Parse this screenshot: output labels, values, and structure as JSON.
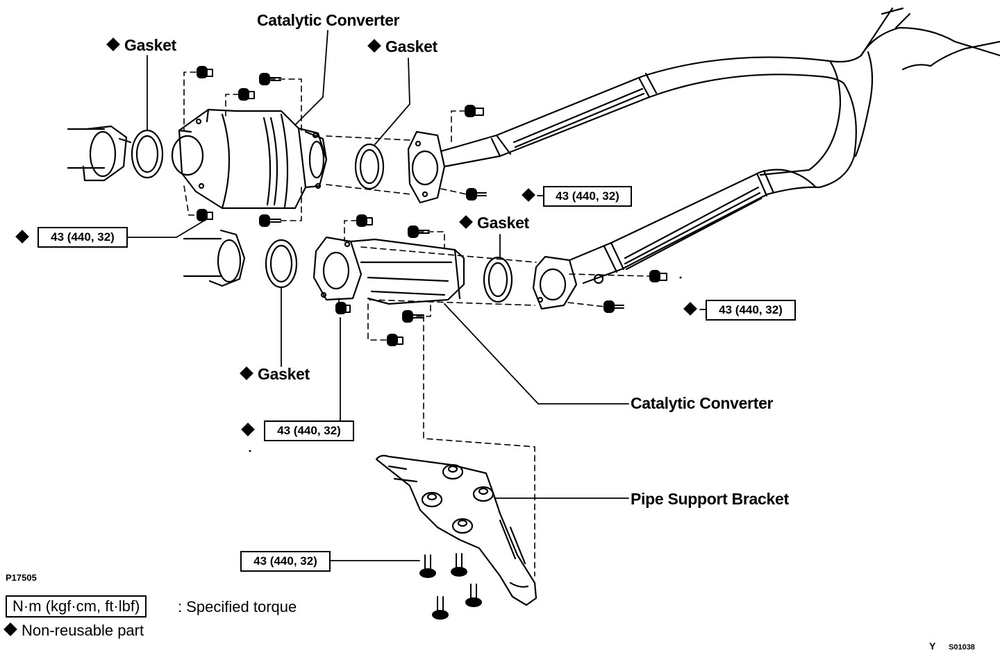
{
  "labels": {
    "catalytic_converter_top": "Catalytic Converter",
    "catalytic_converter_bottom": "Catalytic Converter",
    "gasket_top_left": "Gasket",
    "gasket_top_center": "Gasket",
    "gasket_right": "Gasket",
    "gasket_bottom": "Gasket",
    "pipe_support_bracket": "Pipe Support Bracket"
  },
  "torque_specs": {
    "front_pipe_top_right": "43 (440, 32)",
    "left_manifold": "43 (440, 32)",
    "front_pipe_lower_right": "43 (440, 32)",
    "lower_converter": "43 (440, 32)",
    "bracket_bolts": "43 (440, 32)"
  },
  "legend": {
    "unit_box": "N·m (kgf·cm, ft·lbf)",
    "unit_desc": ": Specified torque",
    "nonreusable_desc": "Non-reusable part"
  },
  "codes": {
    "figure_id": "P17505",
    "corner_y": "Y",
    "corner_ref": "S01038"
  },
  "colors": {
    "ink": "#000000",
    "paper": "#ffffff"
  }
}
